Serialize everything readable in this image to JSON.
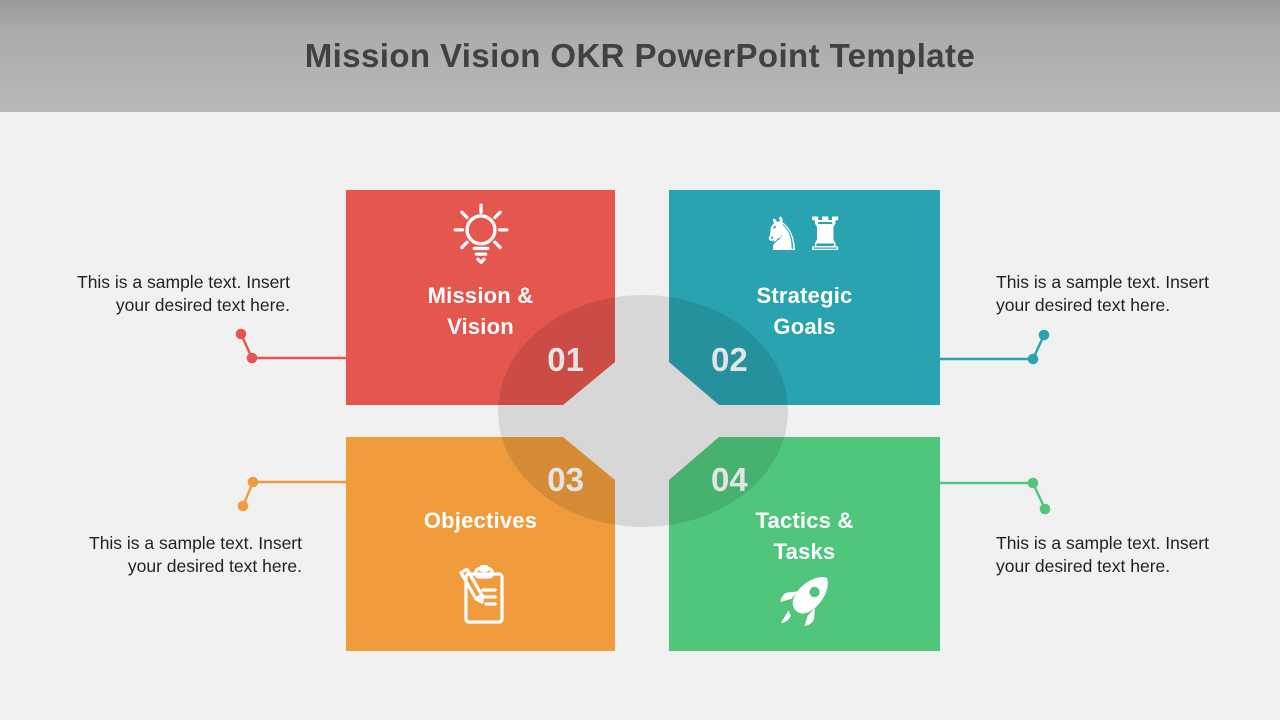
{
  "slide": {
    "title": "Mission Vision OKR PowerPoint Template",
    "background_color": "#f1f1f2",
    "header_color": "#b3b3b3",
    "center_shape": "gray-ellipse"
  },
  "cards": [
    {
      "number": "01",
      "title": "Mission &\nVision",
      "color": "#e4564e",
      "icon": "lightbulb-icon",
      "annotation": "This is a sample text. Insert\nyour desired text here."
    },
    {
      "number": "02",
      "title": "Strategic\nGoals",
      "color": "#2aa3b0",
      "icon": "chess-pieces-icon",
      "annotation": "This is a sample text. Insert\nyour desired text here."
    },
    {
      "number": "03",
      "title": "Objectives",
      "color": "#f09c3d",
      "icon": "clipboard-pencil-icon",
      "annotation": "This is a sample text. Insert\nyour desired text here."
    },
    {
      "number": "04",
      "title": "Tactics &\nTasks",
      "color": "#50c67d",
      "icon": "rocket-icon",
      "annotation": "This is a sample text. Insert\nyour desired text here."
    }
  ],
  "icons": {
    "chess_knight": "♞",
    "chess_rook": "♜"
  }
}
